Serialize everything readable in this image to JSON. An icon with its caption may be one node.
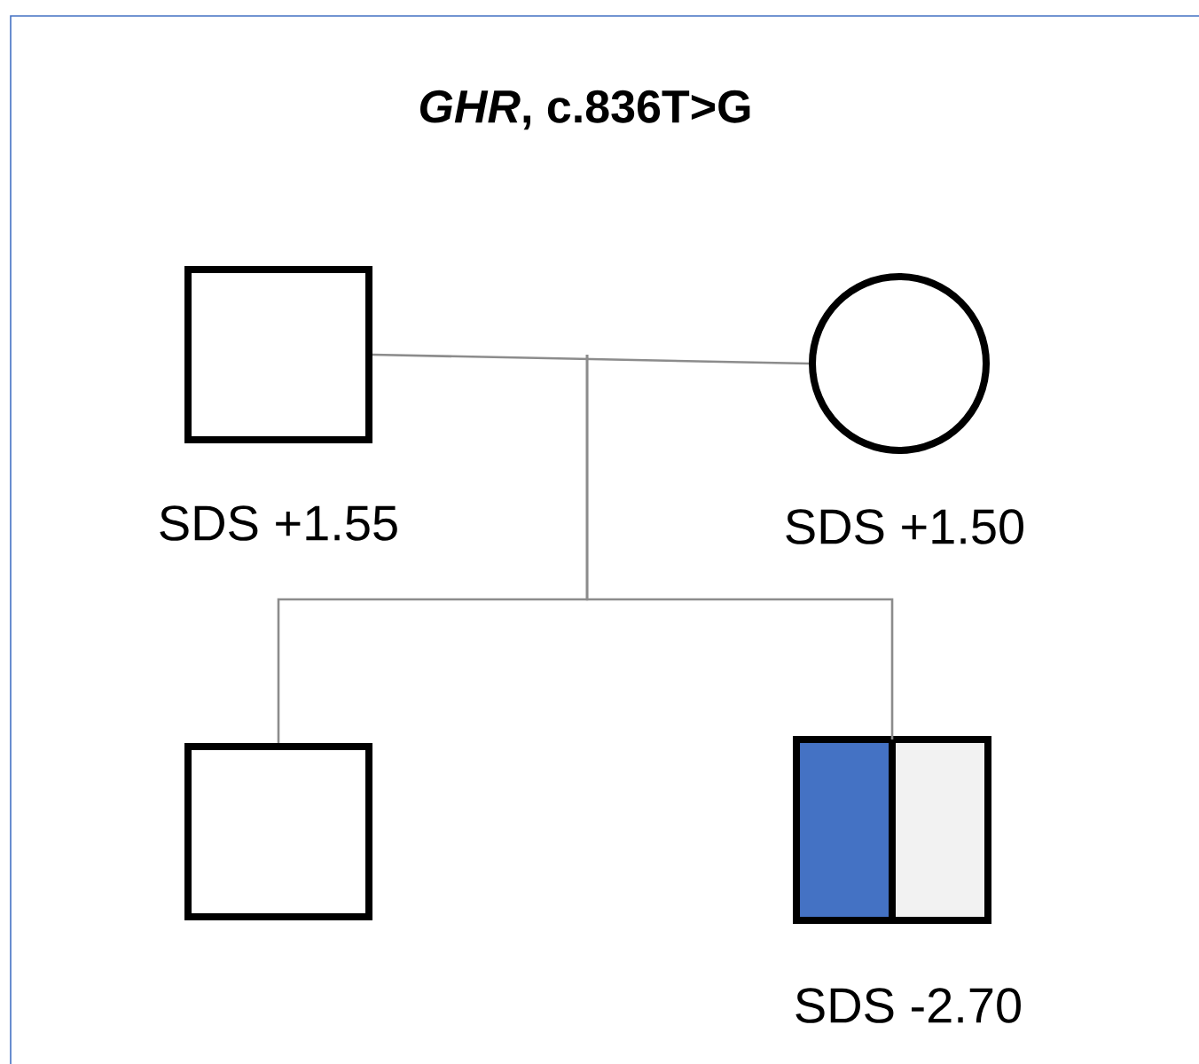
{
  "diagram": {
    "title": "*GHR*, c.836T>G",
    "nodes": [
      {
        "text": [],
        "shape": "box",
        "beside": [
          "SDS +1.55"
        ]
      },
      {
        "text": [],
        "shape": "circle",
        "beside": [
          "SDS +1.50"
        ]
      },
      {
        "text": [],
        "shape": "box"
      },
      {
        "text": [],
        "shape": "box",
        "beside": [
          "SDS -2.70"
        ]
      }
    ],
    "edges": [
      {
        "from": 0,
        "to": 1,
        "arrow": "none"
      },
      {
        "from": null,
        "to": 2,
        "arrow": "none"
      },
      {
        "from": null,
        "to": 3,
        "arrow": "none"
      }
    ]
  }
}
